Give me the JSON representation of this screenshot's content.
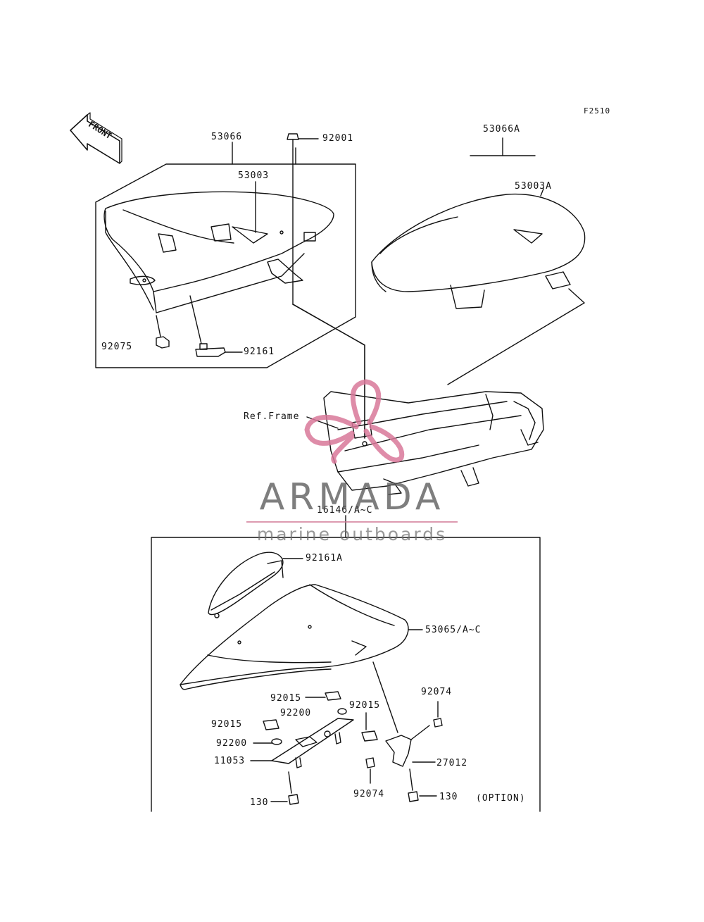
{
  "diagram_code": "F2510",
  "front_arrow_text": "FRONT",
  "labels": {
    "l_53066": "53066",
    "l_92001": "92001",
    "l_53066A": "53066A",
    "l_53003": "53003",
    "l_53003A": "53003A",
    "l_92075": "92075",
    "l_92161": "92161",
    "l_ref_frame": "Ref.Frame",
    "l_16146": "16146/A~C",
    "l_92161A": "92161A",
    "l_53065": "53065/A~C",
    "l_92074_top": "92074",
    "l_92015_a": "92015",
    "l_92015_b": "92015",
    "l_92200_a": "92200",
    "l_92015_c": "92015",
    "l_92200_b": "92200",
    "l_11053": "11053",
    "l_27012": "27012",
    "l_92074_bottom": "92074",
    "l_130_left": "130",
    "l_130_right": "130",
    "l_option": "(OPTION)"
  },
  "watermark": {
    "brand": "ARMADA",
    "tagline": "marine outboards",
    "icon": "propeller-icon",
    "color": "#d9789a"
  }
}
